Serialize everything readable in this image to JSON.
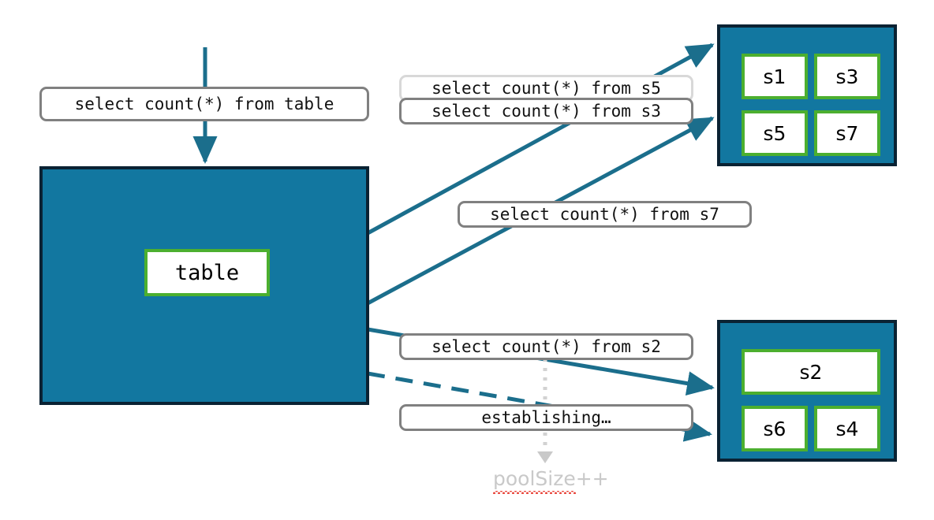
{
  "diagram": {
    "title_query": "select count(*) from table",
    "table_node": {
      "label": "table"
    },
    "queries": {
      "s5": "select count(*) from s5",
      "s3": "select count(*) from s3",
      "s7": "select count(*) from s7",
      "s2": "select count(*) from s2",
      "establishing": "establishing…"
    },
    "annotation": {
      "pool_size": "poolSize",
      "increment": "++"
    },
    "pool_top": {
      "name": "server-pool-top",
      "servers": [
        {
          "id": "s1",
          "label": "s1"
        },
        {
          "id": "s3",
          "label": "s3"
        },
        {
          "id": "s5",
          "label": "s5"
        },
        {
          "id": "s7",
          "label": "s7"
        }
      ]
    },
    "pool_bottom": {
      "name": "server-pool-bottom",
      "servers": [
        {
          "id": "s2",
          "label": "s2"
        },
        {
          "id": "s6",
          "label": "s6"
        },
        {
          "id": "s4",
          "label": "s4"
        }
      ]
    },
    "colors": {
      "pool_fill": "#1277A0",
      "pool_border": "#0A2233",
      "chip_border": "#4CAF2F",
      "chip_fill": "#ffffff",
      "edge": "#1B6E8C",
      "pill_border": "#808080",
      "pill_border_light": "#D8D8D8",
      "note_text": "#C9C9C9",
      "spell_error": "#E8493F"
    }
  }
}
